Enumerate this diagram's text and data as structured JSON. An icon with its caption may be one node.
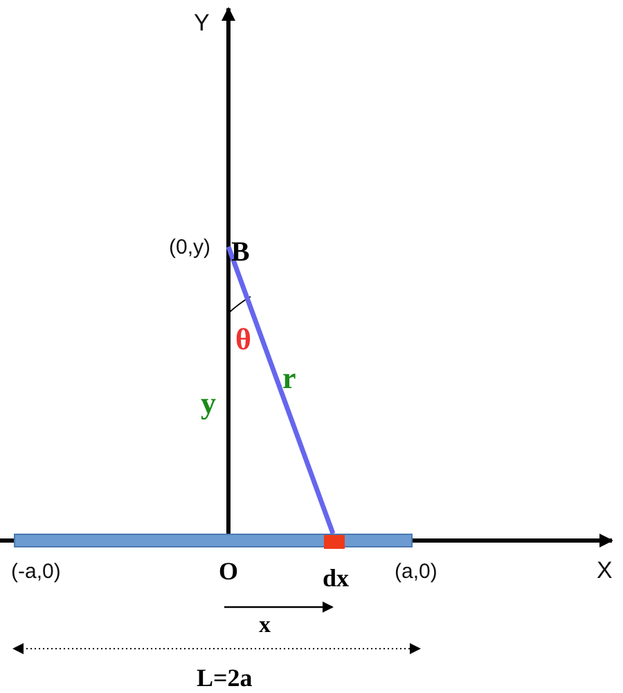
{
  "diagram": {
    "nodes": [
      {
        "text": [
          "B"
        ],
        "beside": [
          "(0,y)"
        ]
      },
      {
        "text": [],
        "shape": "bar"
      },
      {
        "text": [],
        "shape": "box",
        "in": 1,
        "beside": [
          "dx"
        ]
      }
    ],
    "edges": [
      {
        "from": 0,
        "to": 2,
        "arrow": "none",
        "label": "r"
      }
    ],
    "labels": [
      "Y",
      "θ",
      "y",
      "O",
      "(-a,0)",
      "(a,0)",
      "X",
      "x",
      "L=2a"
    ]
  }
}
